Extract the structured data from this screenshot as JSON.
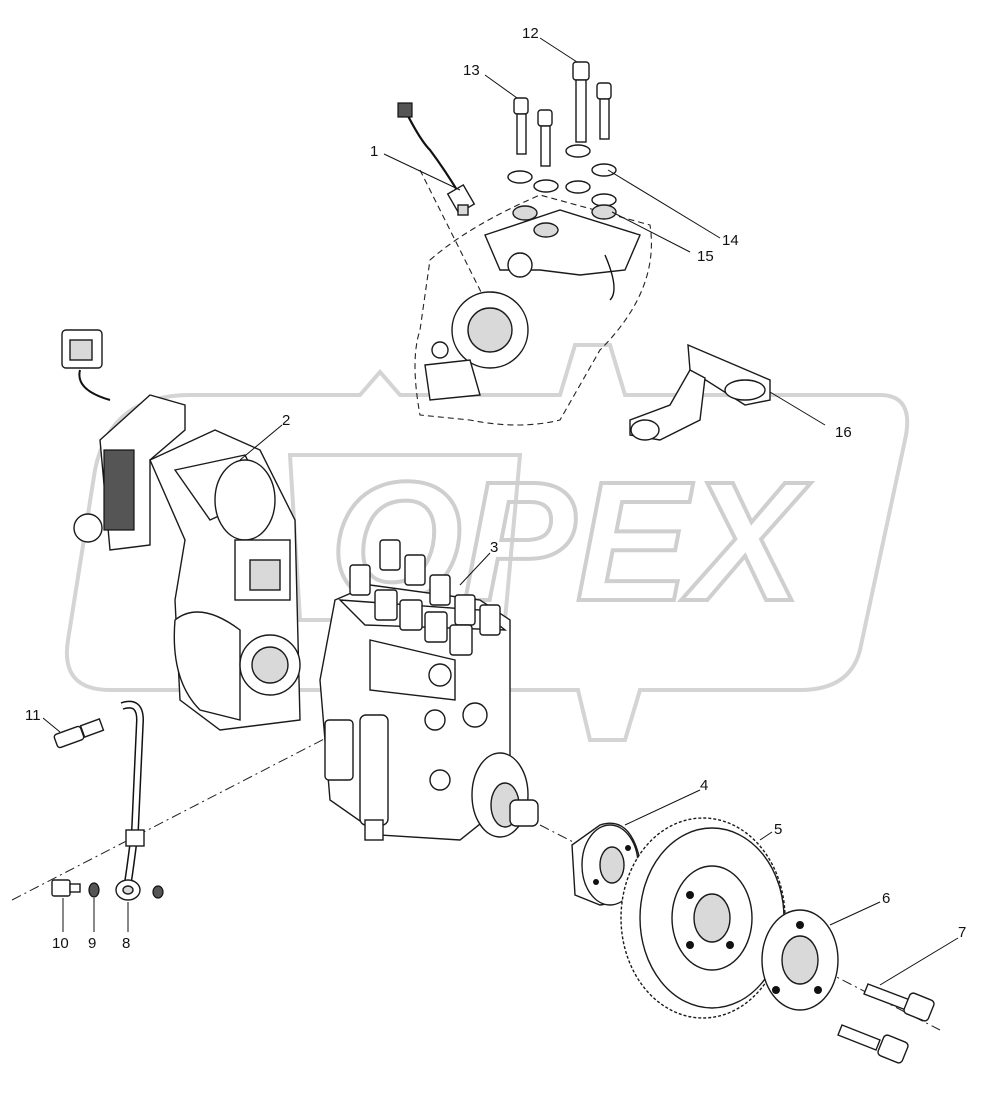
{
  "watermark": {
    "text": "OPEX"
  },
  "callouts": [
    "1",
    "2",
    "3",
    "4",
    "5",
    "6",
    "7",
    "8",
    "9",
    "10",
    "11",
    "12",
    "13",
    "14",
    "15",
    "16"
  ],
  "parts": [
    "sensor-cable",
    "governor-actuator",
    "injection-pump",
    "hub-flange",
    "drive-gear",
    "gear-washer-plate",
    "bolt",
    "banjo-fitting",
    "sealing-washer",
    "banjo-bolt",
    "union-connector",
    "cap-screw",
    "cap-screw",
    "washer",
    "washer",
    "support-bracket"
  ]
}
